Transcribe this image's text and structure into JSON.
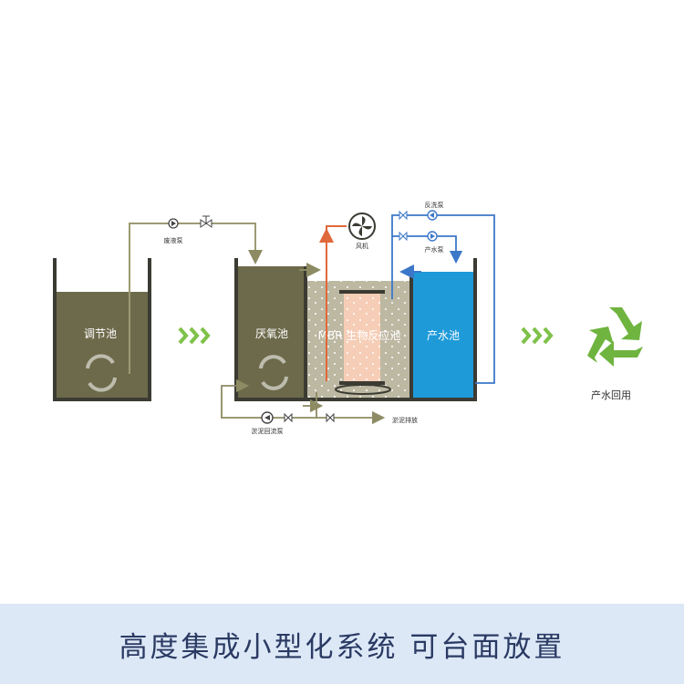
{
  "tanks": {
    "regulation": "调节池",
    "anaerobic": "厌氧池",
    "mbr": "MBR 生物反应池",
    "product": "产水池"
  },
  "equipment": {
    "waste_pump": "废液泵",
    "blower": "风机",
    "backwash_pump": "反洗泵",
    "product_pump": "产水泵",
    "sludge_return_pump": "淤泥回流泵",
    "sludge_discharge": "淤泥排放"
  },
  "reuse_label": "产水回用",
  "banner_text": "高度集成小型化系统 可台面放置",
  "colors": {
    "sludge_water": "#6d6a4b",
    "mbr_water": "#bdb8a2",
    "membrane": "#f6cdb6",
    "product_water": "#1e9ad8",
    "tank_wall": "#3b3b33",
    "pipe_olive": "#9c9a73",
    "pipe_blue": "#3c78c9",
    "pipe_orange": "#e0683a",
    "arrow_green": "#7fc14a",
    "recycle_green": "#6fb43f",
    "banner_bg": "#dde8f7",
    "banner_text": "#2a3a63"
  }
}
